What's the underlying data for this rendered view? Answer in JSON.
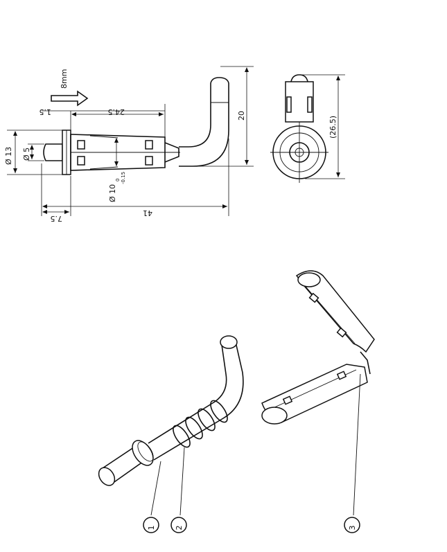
{
  "drawing": {
    "dimensions": {
      "stroke": "8mm",
      "head_diameter": "Ø 13",
      "tip_diameter": "Ø 5",
      "head_thickness": "1.5",
      "body_length": "24.5",
      "body_diameter": "Ø 10",
      "tolerance_upper": "0",
      "tolerance_lower": "-0.15",
      "bend_height": "20",
      "overall_length": "41",
      "tip_offset": "7.5",
      "end_height": "(26.5)"
    },
    "callouts": [
      "1",
      "2",
      "3"
    ]
  },
  "colors": {
    "ink": "#111111",
    "paper": "#ffffff"
  }
}
